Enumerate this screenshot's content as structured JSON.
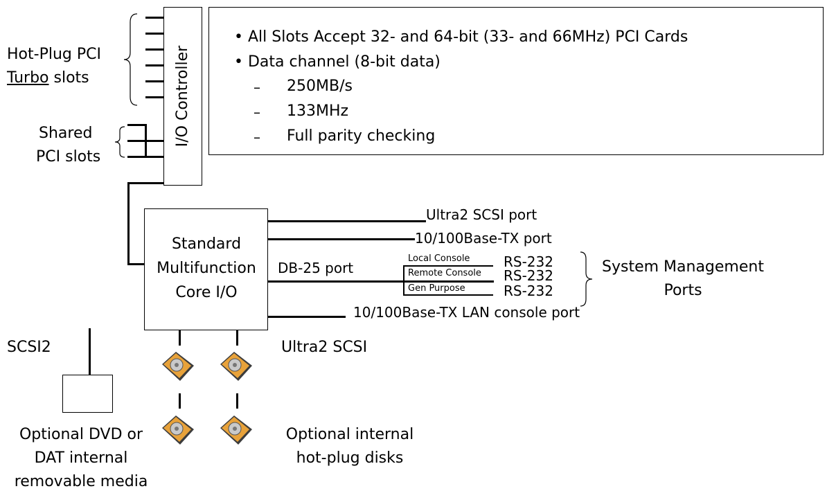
{
  "io_controller": {
    "label": "I/O Controller"
  },
  "slots": {
    "hot_plug_line1": "Hot-Plug PCI",
    "hot_plug_line2_underlined": "Turbo",
    "hot_plug_line2_rest": " slots",
    "shared_line1": "Shared",
    "shared_line2": "PCI slots"
  },
  "info_box": {
    "bullet1": "• All Slots Accept 32- and 64-bit (33- and 66MHz) PCI Cards",
    "bullet2": "• Data channel (8-bit data)",
    "dash": "–",
    "sub1": "250MB/s",
    "sub2": "133MHz",
    "sub3": "Full parity checking"
  },
  "core_io": {
    "line1": "Standard",
    "line2": "Multifunction",
    "line3": "Core I/O"
  },
  "ports": {
    "ultra2_scsi_port": "Ultra2 SCSI port",
    "base_tx_port": "10/100Base-TX port",
    "db25": "DB-25 port",
    "local_console": "Local Console",
    "remote_console": "Remote Console",
    "gen_purpose": "Gen Purpose",
    "rs232": "RS-232",
    "lan_console": "10/100Base-TX LAN console port"
  },
  "system_mgmt": {
    "line1": "System Management",
    "line2": "Ports"
  },
  "storage": {
    "scsi2": "SCSI2",
    "ultra2_scsi": "Ultra2 SCSI",
    "media_line1": "Optional DVD or",
    "media_line2": "DAT internal",
    "media_line3": "removable media",
    "disks_line1": "Optional internal",
    "disks_line2": "hot-plug disks"
  },
  "colors": {
    "disk_orange": "#e8a23a",
    "disk_gray": "#3c3c3c"
  }
}
